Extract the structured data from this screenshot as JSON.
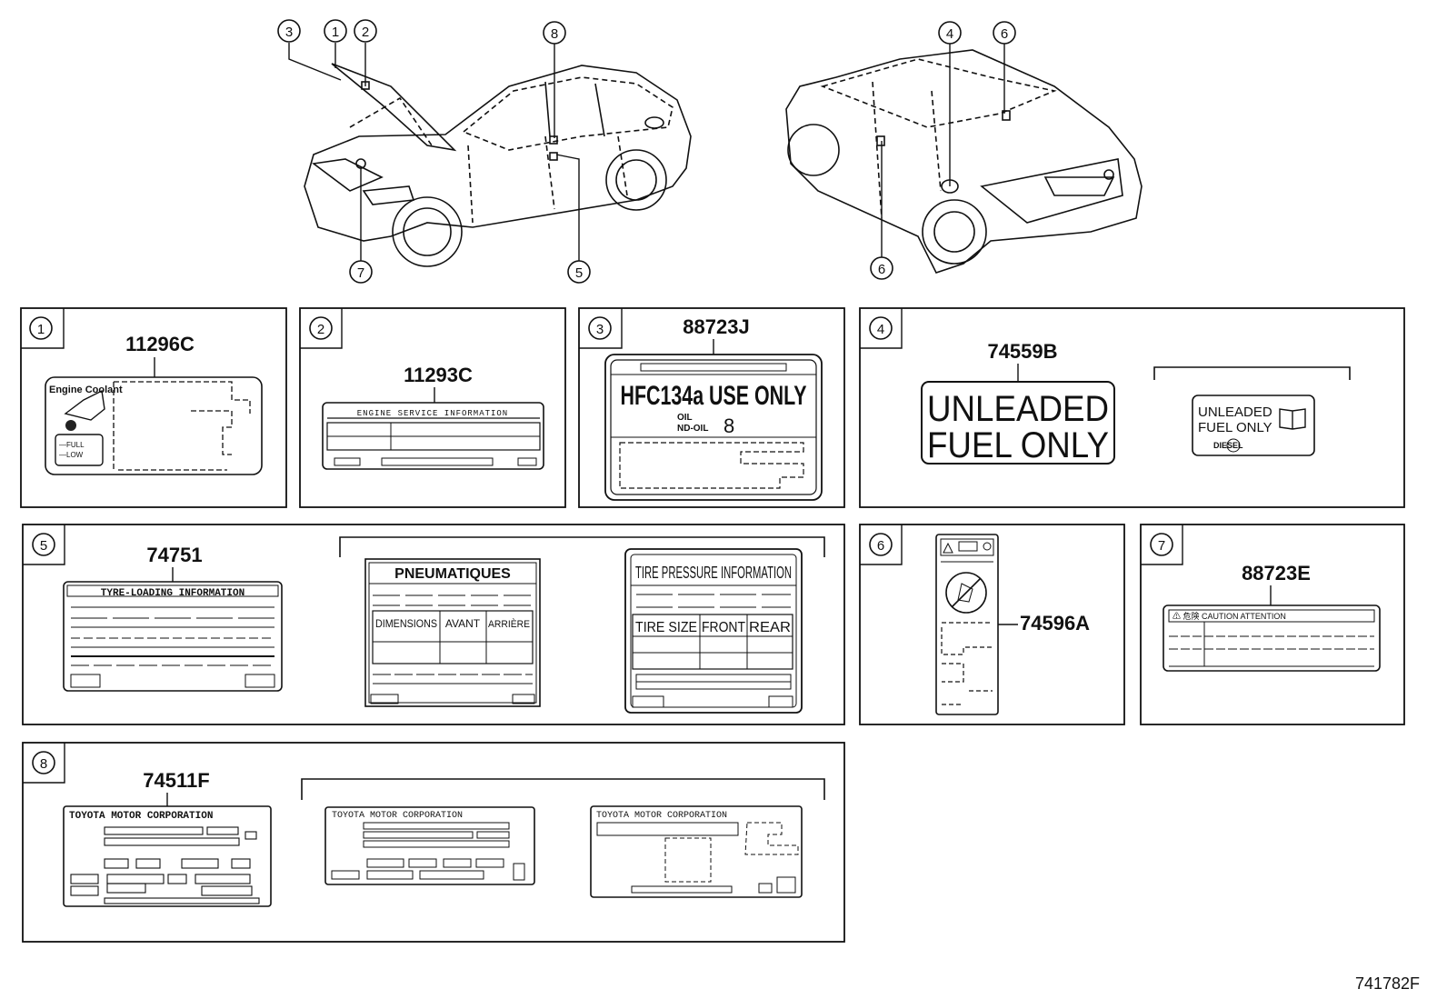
{
  "diagram_id": "741782F",
  "callouts": {
    "c1": "1",
    "c2": "2",
    "c3": "3",
    "c4": "4",
    "c5": "5",
    "c6": "6",
    "c7": "7",
    "c8": "8"
  },
  "panels": {
    "p1": {
      "number": "1",
      "part": "11296C",
      "label_title": "Engine Coolant",
      "full": "—FULL",
      "low": "—LOW"
    },
    "p2": {
      "number": "2",
      "part": "11293C",
      "label_title": "ENGINE SERVICE INFORMATION"
    },
    "p3": {
      "number": "3",
      "part": "88723J",
      "main": "HFC134a USE ONLY",
      "oil1": "OIL",
      "oil2": "ND-OIL",
      "oil_no": "8"
    },
    "p4": {
      "number": "4",
      "part": "74559B",
      "line1": "UNLEADED",
      "line2": "FUEL ONLY",
      "small1": "UNLEADED",
      "small2": "FUEL ONLY",
      "small3": "DIESEL"
    },
    "p5": {
      "number": "5",
      "part": "74751",
      "tyre_title": "TYRE-LOADING INFORMATION",
      "pneu_title": "PNEUMATIQUES",
      "pneu_cols": [
        "DIMENSIONS",
        "AVANT",
        "ARRIÈRE"
      ],
      "tire_title": "TIRE PRESSURE INFORMATION",
      "tire_cols": [
        "TIRE SIZE",
        "FRONT",
        "REAR"
      ]
    },
    "p6": {
      "number": "6",
      "part": "74596A"
    },
    "p7": {
      "number": "7",
      "part": "88723E",
      "header": "⚠ 危険   CAUTION  ATTENTION"
    },
    "p8": {
      "number": "8",
      "part": "74511F",
      "corp": "TOYOTA MOTOR CORPORATION",
      "corp2": "TOYOTA MOTOR CORPORATION",
      "corp3": "TOYOTA MOTOR CORPORATION"
    }
  }
}
